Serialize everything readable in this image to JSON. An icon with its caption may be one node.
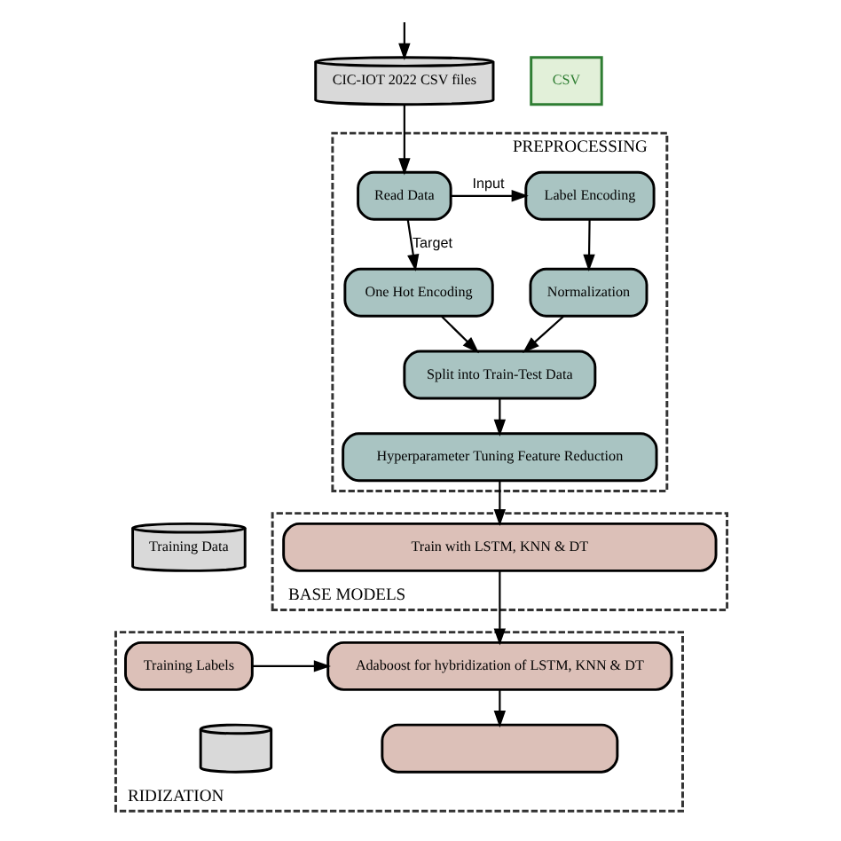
{
  "diagram": {
    "nodes": [
      {
        "text": [
          "CIC-IOT 2022 CSV files"
        ]
      },
      {
        "text": [
          "PREPROCESSING"
        ]
      },
      {
        "text": [
          "Read Data"
        ],
        "in": 1
      },
      {
        "text": [
          "Label Encoding"
        ],
        "in": 1
      },
      {
        "text": [
          "One Hot Encoding"
        ],
        "in": 1
      },
      {
        "text": [
          "Normalization"
        ],
        "in": 1
      },
      {
        "text": [
          "Split into Train-Test Data"
        ],
        "in": 1
      },
      {
        "text": [
          "Hyperparameter Tuning Feature Reduction"
        ],
        "in": 1
      },
      {
        "text": [
          "Training Data"
        ]
      },
      {
        "text": [
          "BASE MODELS"
        ]
      },
      {
        "text": [
          "Train with LSTM, KNN & DT"
        ],
        "in": 9
      },
      {
        "text": [
          "RIDIZATION"
        ]
      },
      {
        "text": [
          "Adaboost for hybridization of LSTM, KNN & DT"
        ],
        "in": 11
      },
      {
        "text": [
          "Training Labels"
        ],
        "in": 11
      },
      {
        "text": [],
        "shape": "box",
        "in": 11
      },
      {
        "text": [],
        "shape": "cylinder",
        "in": 11
      }
    ],
    "edges": [
      {
        "from": null,
        "to": 0,
        "arrow": "to"
      },
      {
        "from": 0,
        "to": 2,
        "arrow": "to"
      },
      {
        "from": 2,
        "to": 3,
        "arrow": "to",
        "label": "Input"
      },
      {
        "from": 2,
        "to": 4,
        "arrow": "to",
        "label": "Target"
      },
      {
        "from": 3,
        "to": 5,
        "arrow": "to"
      },
      {
        "from": 4,
        "to": 6,
        "arrow": "to"
      },
      {
        "from": 5,
        "to": 6,
        "arrow": "to"
      },
      {
        "from": 6,
        "to": 7,
        "arrow": "to"
      },
      {
        "from": 7,
        "to": 10,
        "arrow": "to"
      },
      {
        "from": 10,
        "to": 12,
        "arrow": "to"
      },
      {
        "from": 13,
        "to": 12,
        "arrow": "to"
      },
      {
        "from": 12,
        "to": 14,
        "arrow": "to"
      }
    ],
    "labels": [
      "CSV"
    ]
  }
}
